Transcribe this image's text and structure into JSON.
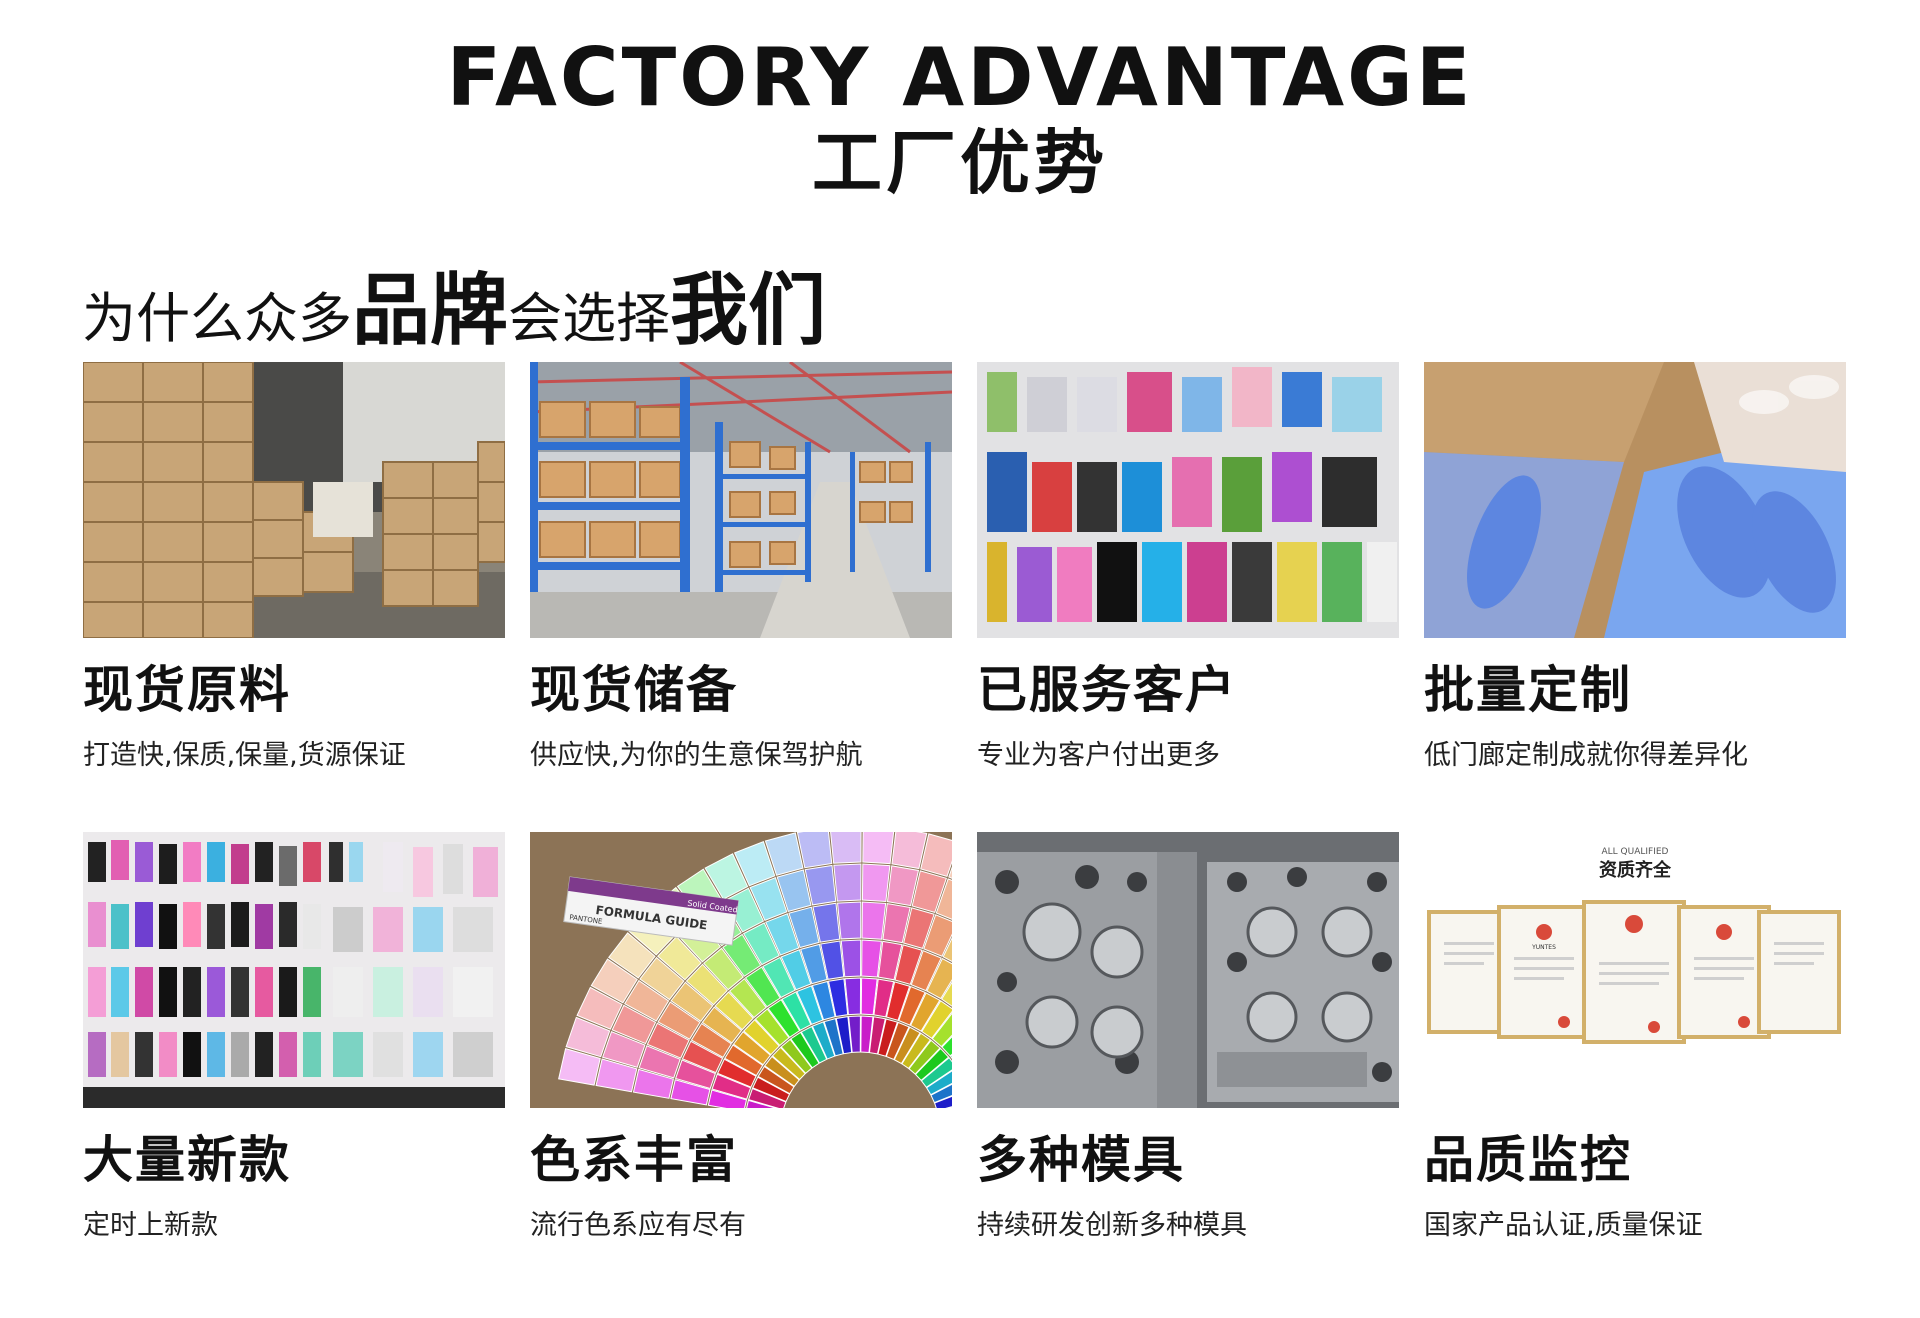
{
  "header": {
    "title_en": "FACTORY ADVANTAGE",
    "title_cn": "工厂优势"
  },
  "headline": {
    "part1": "为什么众多",
    "part2": "品牌",
    "part3": "会选择",
    "part4": "我们"
  },
  "cards": [
    {
      "title": "现货原料",
      "subtitle": "打造快,保质,保量,货源保证",
      "image": "warehouse-boxes"
    },
    {
      "title": "现货储备",
      "subtitle": "供应快,为你的生意保驾护航",
      "image": "warehouse-shelves"
    },
    {
      "title": "已服务客户",
      "subtitle": "专业为客户付出更多",
      "image": "product-wall"
    },
    {
      "title": "批量定制",
      "subtitle": "低门廊定制成就你得差异化",
      "image": "boxed-combs"
    },
    {
      "title": "大量新款",
      "subtitle": "定时上新款",
      "image": "brush-display"
    },
    {
      "title": "色系丰富",
      "subtitle": "流行色系应有尽有",
      "image": "color-fan"
    },
    {
      "title": "多种模具",
      "subtitle": "持续研发创新多种模具",
      "image": "steel-molds"
    },
    {
      "title": "品质监控",
      "subtitle": "国家产品认证,质量保证",
      "image": "certificates"
    }
  ],
  "certificates": {
    "caption_en": "ALL QUALIFIED",
    "caption_cn": "资质齐全",
    "brand": "YUNTES"
  },
  "color_guide": {
    "label1": "FORMULA GUIDE",
    "label2": "Solid Coated",
    "label3": "PANTONE"
  }
}
